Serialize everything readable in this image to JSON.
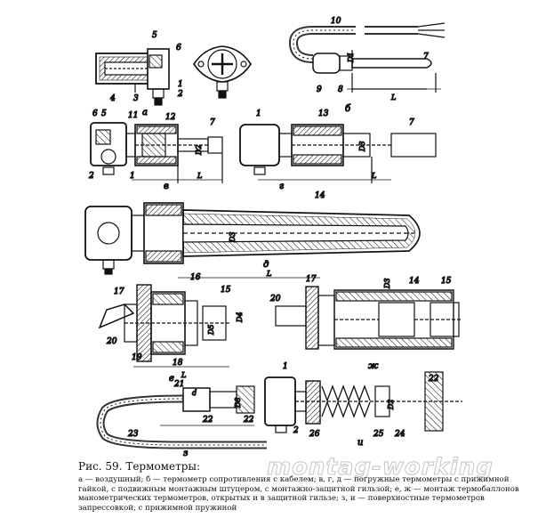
{
  "figure": {
    "caption_title": "Рис. 59. Термометры:",
    "caption_text": "а — воздушный; б — термометр сопротивления с кабелем; в, г, д — погружные термометры с прижимной гайкой, с подвижным монтажным штуцером, с монтажно-защитной гильзой; е, ж — монтаж термобаллонов манометрических термометров, открытых и в защитной гильзе; з, и — поверхностные термометров запрессовкой, с прижимной пружиной",
    "watermark": "montag-working"
  },
  "subfigures": {
    "a": "а",
    "b": "б",
    "v": "в",
    "g": "г",
    "d": "д",
    "e": "е",
    "zh": "ж",
    "z": "з",
    "i": "и"
  },
  "callouts": {
    "c1": "1",
    "c2": "2",
    "c3": "3",
    "c4": "4",
    "c5": "5",
    "c6": "6",
    "c7": "7",
    "c8": "8",
    "c9": "9",
    "c10": "10",
    "c11": "11",
    "c12": "12",
    "c13": "13",
    "c14": "14",
    "c15": "15",
    "c16": "16",
    "c17": "17",
    "c18": "18",
    "c19": "19",
    "c20": "20",
    "c21": "21",
    "c22": "22",
    "c23": "23",
    "c24": "24",
    "c25": "25",
    "c26": "26"
  },
  "dimensions": {
    "L": "L",
    "D1": "D1",
    "D2": "D2",
    "D3": "D3",
    "D4": "D4",
    "D5": "D5",
    "D8": "D8",
    "d": "d"
  }
}
